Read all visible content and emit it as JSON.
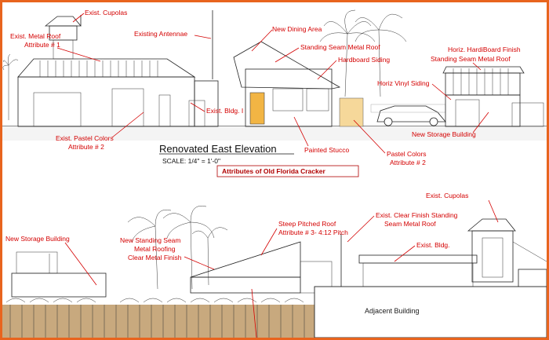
{
  "title": "Renovated East Elevation",
  "scale": "SCALE: 1/4\" = 1'-0\"",
  "attributes_box": "Attributes of Old Florida Cracker",
  "labels": {
    "exist_cupolas_top": "Exist. Cupolas",
    "exist_metal_roof_1": "Exist. Metal Roof",
    "exist_metal_roof_2": "Attribute # 1",
    "existing_antennae": "Existing Antennae",
    "new_dining_area": "New Dining Area",
    "standing_seam_metal_roof_top": "Standing Seam Metal Roof",
    "hardboard_siding": "Hardboard Siding",
    "horiz_hardiboard_finish": "Horiz. HardiBoard Finish",
    "standing_seam_metal_roof_right": "Standing Seam Metal Roof",
    "horiz_vinyl_siding": "Horiz Vinyl Siding",
    "exist_bldg_1": "Exist. Bldg. I",
    "new_storage_building_top": "New Storage Building",
    "exist_pastel_colors_1": "Exist. Pastel Colors",
    "exist_pastel_colors_2": "Attribute # 2",
    "painted_stucco": "Painted Stucco",
    "pastel_colors_1": "Pastel Colors",
    "pastel_colors_2": "Attribute # 2",
    "exist_cupolas_bottom": "Exist. Cupolas",
    "steep_pitched_roof_1": "Steep Pitched Roof",
    "steep_pitched_roof_2": "Attribute # 3- 4:12 Pitch",
    "exist_clear_finish_1": "Exist. Clear Finish Standing",
    "exist_clear_finish_2": "Seam Metal Roof",
    "new_storage_building_bottom": "New Storage Building",
    "new_standing_seam_1": "New Standing Seam",
    "new_standing_seam_2": "Metal Roofing",
    "new_standing_seam_3": "Clear Metal Finish",
    "exist_bldg_bottom": "Exist. Bldg.",
    "adjacent_building": "Adjacent Building"
  },
  "colors": {
    "frame": "#e8641e",
    "label_red": "#d40000",
    "door_orange": "#f2b544",
    "fence": "#c8a97e"
  }
}
